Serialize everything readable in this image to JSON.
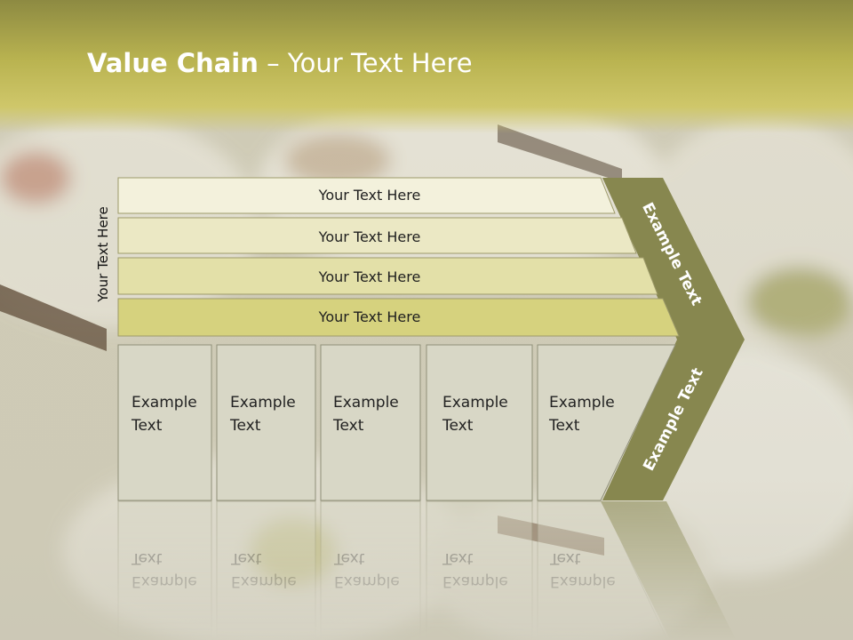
{
  "slide": {
    "title_bold": "Value Chain",
    "title_rest": " – Your Text Here",
    "side_label": "Your Text Here"
  },
  "bars": [
    {
      "label": "Your Text Here",
      "color": "#f3f1dc"
    },
    {
      "label": "Your Text Here",
      "color": "#ebe8c4"
    },
    {
      "label": "Your Text Here",
      "color": "#e3e0a8"
    },
    {
      "label": "Your Text Here",
      "color": "#d6d27e"
    }
  ],
  "cells": [
    {
      "line1": "Example",
      "line2": "Text"
    },
    {
      "line1": "Example",
      "line2": "Text"
    },
    {
      "line1": "Example",
      "line2": "Text"
    },
    {
      "line1": "Example",
      "line2": "Text"
    },
    {
      "line1": "Example",
      "line2": "Text"
    }
  ],
  "chevron": {
    "upper_label": "Example Text",
    "lower_label": "Example Text",
    "color": "#87874f"
  },
  "colors": {
    "header": "#b9b350",
    "cell_fill": "#d8d7c6",
    "title_text": "#ffffff"
  }
}
